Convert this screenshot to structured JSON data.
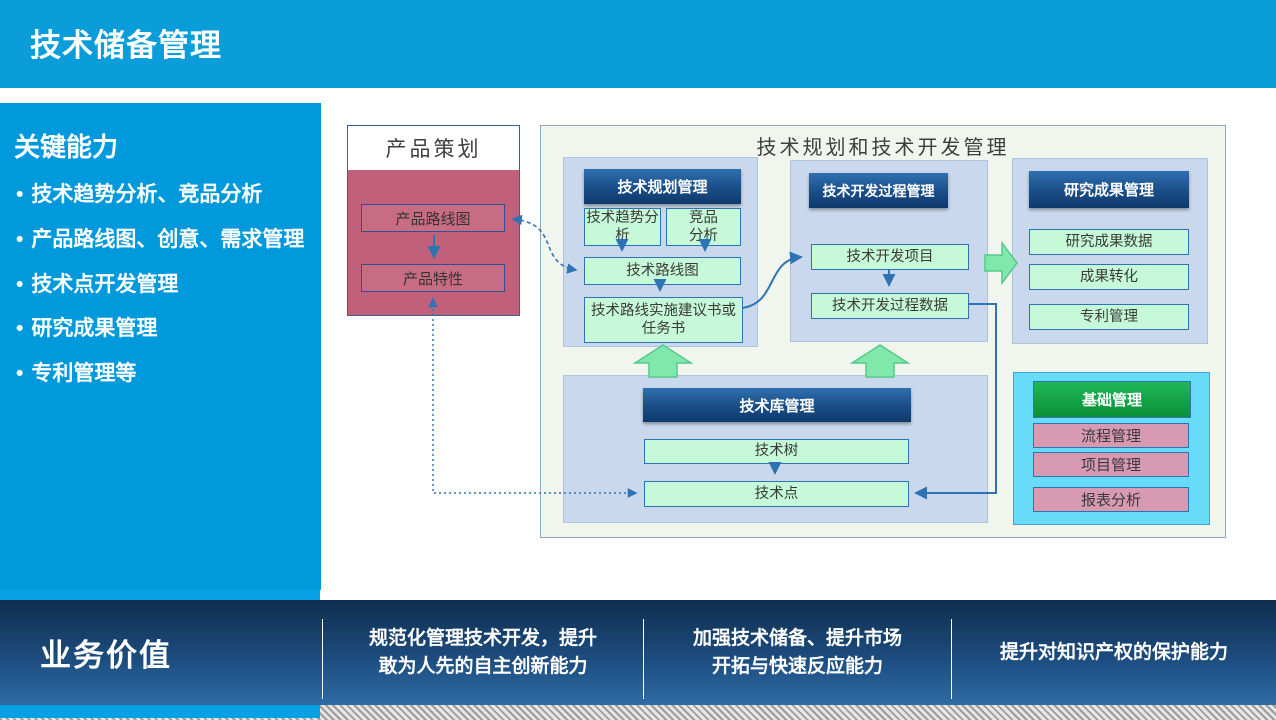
{
  "header": {
    "title": "技术储备管理"
  },
  "sidebar": {
    "heading": "关键能力",
    "bullet_char": "•",
    "bullets": [
      "技术趋势分析、竞品分析",
      "产品路线图、创意、需求管理",
      "技术点开发管理",
      "研究成果管理",
      "专利管理等"
    ]
  },
  "diagram": {
    "product_planning": {
      "title": "产品策划",
      "roadmap": "产品路线图",
      "feature": "产品特性"
    },
    "container_title": "技术规划和技术开发管理",
    "planning": {
      "header": "技术规划管理",
      "trend": "技术趋势分\n析",
      "competitor": "竞品\n分析",
      "roadmap": "技术路线图",
      "proposal": "技术路线实施建议书或\n任务书"
    },
    "process": {
      "header": "技术开发过程管理",
      "project": "技术开发项目",
      "data": "技术开发过程数据"
    },
    "research": {
      "header": "研究成果管理",
      "items": [
        "研究成果数据",
        "成果转化",
        "专利管理"
      ]
    },
    "library": {
      "header": "技术库管理",
      "tree": "技术树",
      "point": "技术点"
    },
    "basic": {
      "header": "基础管理",
      "items": [
        "流程管理",
        "项目管理",
        "报表分析"
      ]
    }
  },
  "footer": {
    "label": "业务价值",
    "values": [
      "规范化管理技术开发，提升\n敢为人先的自主创新能力",
      "加强技术储备、提升市场\n开拓与快速反应能力",
      "提升对知识产权的保护能力"
    ]
  },
  "colors": {
    "header_blue": "#0a9dda",
    "sidebar_blue": "#0099db",
    "accent_strip": "#08a0e4",
    "panel_blue": "#c9d8ec",
    "section_header_navy": "#16477e",
    "green_box": "#c5f9d7",
    "cyan_panel": "#67dbf7",
    "green_header": "#12a744",
    "pink_box": "#d79ab0",
    "product_pink": "#c0607a",
    "footer_navy": "#1c4f83",
    "connector_blue": "#2e74b5",
    "block_arrow_green": "#80e8aa"
  }
}
